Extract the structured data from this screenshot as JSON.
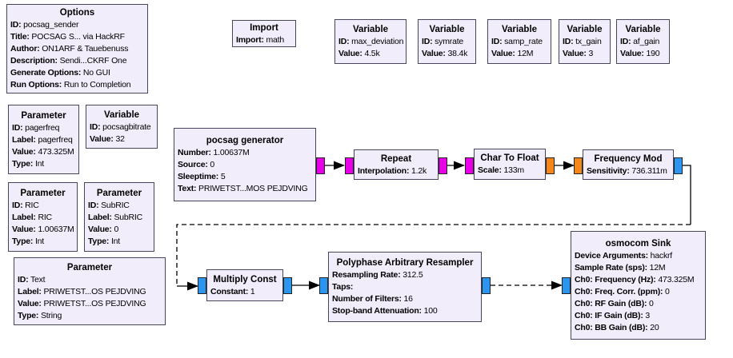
{
  "colors": {
    "byte_port": "#E800E8",
    "float_port": "#F5871A",
    "complex_port": "#2B95F0",
    "block_bg": "#F1EDFB",
    "block_border": "#45455C",
    "wire": "#000000",
    "canvas_bg": "#FFFFFF"
  },
  "blocks": [
    {
      "key": "options",
      "title": "Options",
      "lines": [
        {
          "label": "ID:",
          "value": "pocsag_sender"
        },
        {
          "label": "Title:",
          "value": "POCSAG S... via HackRF"
        },
        {
          "label": "Author:",
          "value": "ON1ARF & Tauebenuss"
        },
        {
          "label": "Description:",
          "value": "Sendi...CKRF One"
        },
        {
          "label": "Generate Options:",
          "value": "No GUI"
        },
        {
          "label": "Run Options:",
          "value": "Run to Completion"
        }
      ]
    },
    {
      "key": "import",
      "title": "Import",
      "lines": [
        {
          "label": "Import:",
          "value": "math"
        }
      ]
    },
    {
      "key": "variable_max_deviation",
      "title": "Variable",
      "lines": [
        {
          "label": "ID:",
          "value": "max_deviation"
        },
        {
          "label": "Value:",
          "value": "4.5k"
        }
      ]
    },
    {
      "key": "variable_symrate",
      "title": "Variable",
      "lines": [
        {
          "label": "ID:",
          "value": "symrate"
        },
        {
          "label": "Value:",
          "value": "38.4k"
        }
      ]
    },
    {
      "key": "variable_samp_rate",
      "title": "Variable",
      "lines": [
        {
          "label": "ID:",
          "value": "samp_rate"
        },
        {
          "label": "Value:",
          "value": "12M"
        }
      ]
    },
    {
      "key": "variable_tx_gain",
      "title": "Variable",
      "lines": [
        {
          "label": "ID:",
          "value": "tx_gain"
        },
        {
          "label": "Value:",
          "value": "3"
        }
      ]
    },
    {
      "key": "variable_af_gain",
      "title": "Variable",
      "lines": [
        {
          "label": "ID:",
          "value": "af_gain"
        },
        {
          "label": "Value:",
          "value": "190"
        }
      ]
    },
    {
      "key": "parameter_pagerfreq",
      "title": "Parameter",
      "lines": [
        {
          "label": "ID:",
          "value": "pagerfreq"
        },
        {
          "label": "Label:",
          "value": "pagerfreq"
        },
        {
          "label": "Value:",
          "value": "473.325M"
        },
        {
          "label": "Type:",
          "value": "Int"
        }
      ]
    },
    {
      "key": "variable_pocsagbitrate",
      "title": "Variable",
      "lines": [
        {
          "label": "ID:",
          "value": "pocsagbitrate"
        },
        {
          "label": "Value:",
          "value": "32"
        }
      ]
    },
    {
      "key": "parameter_ric",
      "title": "Parameter",
      "lines": [
        {
          "label": "ID:",
          "value": "RIC"
        },
        {
          "label": "Label:",
          "value": "RIC"
        },
        {
          "label": "Value:",
          "value": "1.00637M"
        },
        {
          "label": "Type:",
          "value": "Int"
        }
      ]
    },
    {
      "key": "parameter_subric",
      "title": "Parameter",
      "lines": [
        {
          "label": "ID:",
          "value": "SubRIC"
        },
        {
          "label": "Label:",
          "value": "SubRIC"
        },
        {
          "label": "Value:",
          "value": "0"
        },
        {
          "label": "Type:",
          "value": "Int"
        }
      ]
    },
    {
      "key": "parameter_text",
      "title": "Parameter",
      "lines": [
        {
          "label": "ID:",
          "value": "Text"
        },
        {
          "label": "Label:",
          "value": "PRIWETST...OS PEJDVING"
        },
        {
          "label": "Value:",
          "value": "PRIWETST...OS PEJDVING"
        },
        {
          "label": "Type:",
          "value": "String"
        }
      ]
    },
    {
      "key": "pocsag_generator",
      "title": "pocsag generator",
      "lines": [
        {
          "label": "Number:",
          "value": "1.00637M"
        },
        {
          "label": "Source:",
          "value": "0"
        },
        {
          "label": "Sleeptime:",
          "value": "5"
        },
        {
          "label": "Text:",
          "value": "PRIWETST...MOS PEJDVING"
        }
      ],
      "out_ports": [
        "byte"
      ]
    },
    {
      "key": "repeat",
      "title": "Repeat",
      "lines": [
        {
          "label": "Interpolation:",
          "value": "1.2k"
        }
      ],
      "in_ports": [
        "byte"
      ],
      "out_ports": [
        "byte"
      ]
    },
    {
      "key": "char_to_float",
      "title": "Char To Float",
      "lines": [
        {
          "label": "Scale:",
          "value": "133m"
        }
      ],
      "in_ports": [
        "byte"
      ],
      "out_ports": [
        "float"
      ]
    },
    {
      "key": "frequency_mod",
      "title": "Frequency Mod",
      "lines": [
        {
          "label": "Sensitivity:",
          "value": "736.311m"
        }
      ],
      "in_ports": [
        "float"
      ],
      "out_ports": [
        "complex"
      ]
    },
    {
      "key": "multiply_const",
      "title": "Multiply Const",
      "lines": [
        {
          "label": "Constant:",
          "value": "1"
        }
      ],
      "in_ports": [
        "complex"
      ],
      "out_ports": [
        "complex"
      ]
    },
    {
      "key": "polyphase_resampler",
      "title": "Polyphase Arbitrary Resampler",
      "lines": [
        {
          "label": "Resampling Rate:",
          "value": "312.5"
        },
        {
          "label": "Taps:",
          "value": ""
        },
        {
          "label": "Number of Filters:",
          "value": "16"
        },
        {
          "label": "Stop-band Attenuation:",
          "value": "100"
        }
      ],
      "in_ports": [
        "complex"
      ],
      "out_ports": [
        "complex"
      ]
    },
    {
      "key": "osmocom_sink",
      "title": "osmocom Sink",
      "lines": [
        {
          "label": "Device Arguments:",
          "value": "hackrf"
        },
        {
          "label": "Sample Rate (sps):",
          "value": "12M"
        },
        {
          "label": "Ch0: Frequency (Hz):",
          "value": "473.325M"
        },
        {
          "label": "Ch0: Freq. Corr. (ppm):",
          "value": "0"
        },
        {
          "label": "Ch0: RF Gain (dB):",
          "value": "0"
        },
        {
          "label": "Ch0: IF Gain (dB):",
          "value": "3"
        },
        {
          "label": "Ch0: BB Gain (dB):",
          "value": "20"
        }
      ],
      "in_ports": [
        "complex"
      ]
    }
  ]
}
